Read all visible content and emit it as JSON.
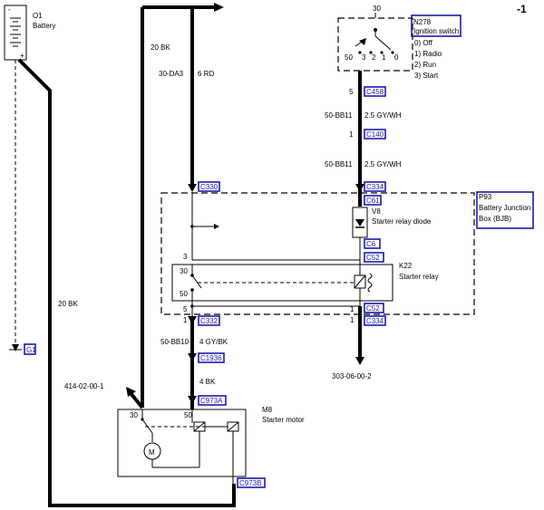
{
  "page_code": "-1",
  "components": {
    "battery": {
      "id": "O1",
      "name": "Battery",
      "pin_minus": "-",
      "pin_plus": "+"
    },
    "ignition_switch": {
      "id": "N278",
      "name": "Ignition switch",
      "pin_top": "30",
      "pin_left": "50",
      "positions": [
        "3",
        "2",
        "1",
        "0"
      ],
      "legend": [
        "0)   Off",
        "1)   Radio",
        "2)   Run",
        "3)   Start"
      ]
    },
    "bjb": {
      "id": "P93",
      "name": "Battery Junction Box (BJB)",
      "name_line1": "Battery Junction",
      "name_line2": "Box (BJB)"
    },
    "diode": {
      "id": "V8",
      "name": "Starter relay diode"
    },
    "relay": {
      "id": "K22",
      "name": "Starter relay",
      "pin_30": "30",
      "pin_50": "50",
      "pin_3": "3",
      "pin_5": "5",
      "pin_1": "1"
    },
    "motor": {
      "id": "M8",
      "name": "Starter motor",
      "pin_30": "30",
      "pin_50": "50",
      "symbol": "M"
    }
  },
  "connectors": {
    "c458": "C458",
    "c140": "C140",
    "c330": "C330",
    "c334_top": "C334",
    "c61": "C61",
    "c6": "C6",
    "c52_top": "C52",
    "c52_bot": "C52",
    "c332": "C332",
    "c334_bot": "C334",
    "c1936": "C1936",
    "c973a": "C973A",
    "c973b": "C973B",
    "ground": "G1"
  },
  "pins": {
    "c458": "5",
    "c140": "1",
    "c332": "1",
    "c52_bot": "1",
    "switch_pin": "5"
  },
  "wires": {
    "w20bk_top": "20 BK",
    "w30da3": "30-DA3",
    "w6rd": "6 RD",
    "w50bb11_a_circuit": "50-BB11",
    "w50bb11_a_color": "2.5 GY/WH",
    "w50bb11_b_circuit": "50-BB11",
    "w50bb11_b_color": "2.5 GY/WH",
    "w20bk_left": "20 BK",
    "w50bb10_circuit": "50-BB10",
    "w50bb10_color": "4 GY/BK",
    "w4bk": "4 BK"
  },
  "references": {
    "ref_left": "414-02-00-1",
    "ref_bottom": "303-06-00-2"
  }
}
